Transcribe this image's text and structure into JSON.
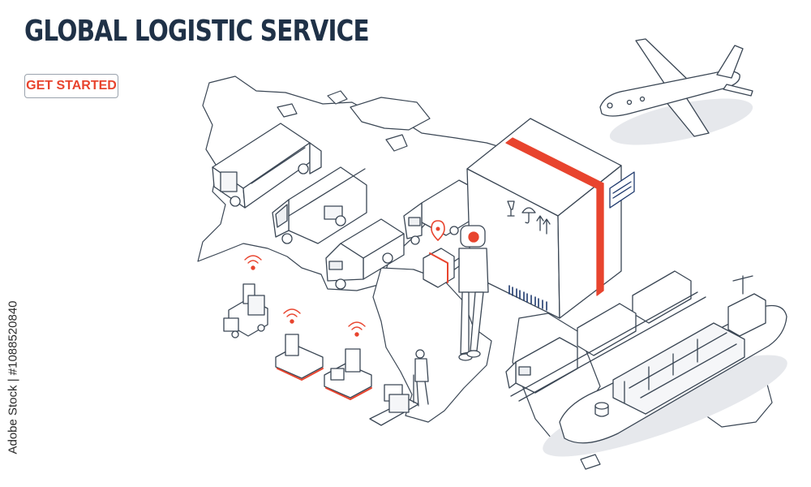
{
  "hero": {
    "title": "GLOBAL LOGISTIC SERVICE",
    "cta_label": "GET STARTED"
  },
  "watermark": {
    "side_text": "Adobe Stock | #1088520840"
  },
  "colors": {
    "title": "#1f3147",
    "accent": "#e8442e",
    "line": "#3a4654",
    "shadow": "#e6e8ec",
    "label_blue": "#1f3a6e"
  },
  "illustration": {
    "elements": [
      "world-map",
      "box-truck",
      "delivery-van",
      "cargo-truck",
      "semi-truck",
      "cargo-box",
      "robot-courier",
      "airplane",
      "freight-train",
      "container-ship",
      "forklift",
      "warehouse-robot",
      "worker-with-hand-truck",
      "location-pin-icon",
      "wifi-signal-icon",
      "fragile-glass-icon",
      "umbrella-icon",
      "this-side-up-icon",
      "barcode-icon"
    ]
  }
}
